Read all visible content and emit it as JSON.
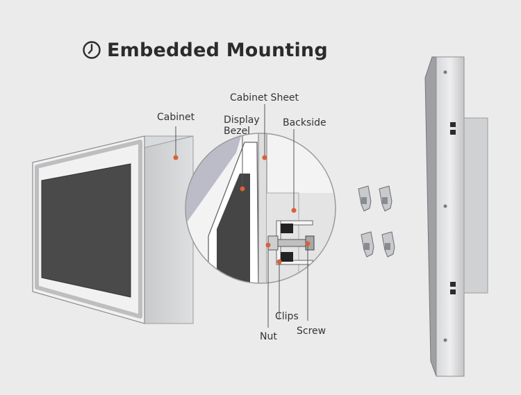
{
  "title": "Embedded Mounting",
  "icons": {
    "title": "clock-icon"
  },
  "colors": {
    "background": "#ebebeb",
    "marker": "#d9603a",
    "text": "#333333",
    "frame_gray": "#a9abad",
    "screen": "#4a4a4a"
  },
  "labels": {
    "cabinet": "Cabinet",
    "cabinet_sheet": "Cabinet Sheet",
    "display": "Display",
    "bezel": "Bezel",
    "backside": "Backside",
    "clips": "Clips",
    "nut": "Nut",
    "screw": "Screw"
  }
}
